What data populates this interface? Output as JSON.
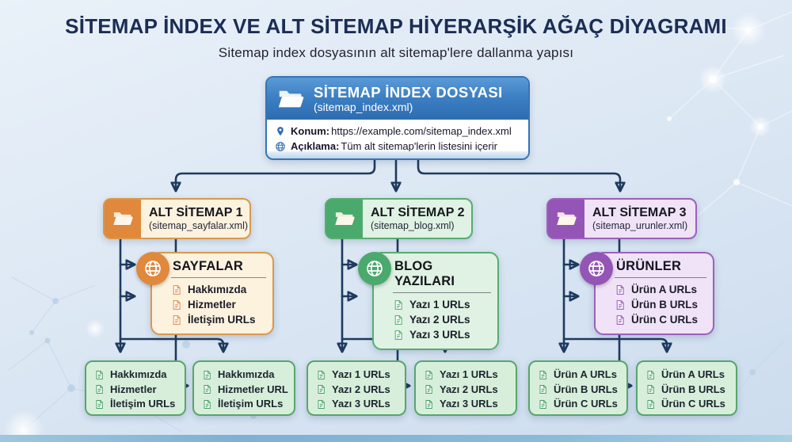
{
  "page": {
    "title": "SİTEMAP İNDEX VE ALT SİTEMAP HİYERARŞİK AĞAÇ DİYAGRAMI",
    "subtitle": "Sitemap index dosyasının alt sitemap'lere dallanma yapısı"
  },
  "root_box": {
    "title": "SİTEMAP İNDEX DOSYASI",
    "filename": "(sitemap_index.xml)",
    "location_label": "Konum:",
    "location_value": "https://example.com/sitemap_index.xml",
    "description_label": "Açıklama:",
    "description_value": "Tüm alt sitemap'lerin listesini içerir"
  },
  "branches": [
    {
      "title": "ALT SİTEMAP 1",
      "filename": "(sitemap_sayfalar.xml)",
      "category": {
        "title": "SAYFALAR",
        "items": [
          "Hakkımızda",
          "Hizmetler",
          "İletişim URLs"
        ]
      }
    },
    {
      "title": "ALT SİTEMAP 2",
      "filename": "(sitemap_blog.xml)",
      "category": {
        "title": "BLOG YAZILARI",
        "items": [
          "Yazı 1 URLs",
          "Yazı 2 URLs",
          "Yazı 3 URLs"
        ]
      }
    },
    {
      "title": "ALT SİTEMAP 3",
      "filename": "(sitemap_urunler.xml)",
      "category": {
        "title": "ÜRÜNLER",
        "items": [
          "Ürün A URLs",
          "Ürün B URLs",
          "Ürün C URLs"
        ]
      }
    }
  ],
  "leaf_boxes": [
    {
      "items": [
        "Hakkımızda",
        "Hizmetler",
        "İletişim URLs"
      ]
    },
    {
      "items": [
        "Hakkımızda",
        "Hizmetler URL",
        "İletişim URLs"
      ]
    },
    {
      "items": [
        "Yazı 1 URLs",
        "Yazı 2 URLs",
        "Yazı 3 URLs"
      ]
    },
    {
      "items": [
        "Yazı 1 URLs",
        "Yazı 2 URLs",
        "Yazı 3 URLs"
      ]
    },
    {
      "items": [
        "Ürün A URLs",
        "Ürün B URLs",
        "Ürün C URLs"
      ]
    },
    {
      "items": [
        "Ürün A URLs",
        "Ürün B URLs",
        "Ürün C URLs"
      ]
    }
  ],
  "icons": {
    "root_node": "folder-open-icon",
    "branch_nodes": "folder-open-icon",
    "location_row": "location-pin-icon",
    "description_row": "globe-icon",
    "category_badge": "globe-icon",
    "url_items": "document-icon"
  },
  "palette": {
    "bg_top": "#e9f1f9",
    "bg_bottom": "#ccdcee",
    "title": "#1b2d55",
    "connector": "#1e3a5e",
    "root": {
      "header": "#3d80c4",
      "header_dark": "#2e6cb0",
      "border": "#3674b5"
    },
    "b1": {
      "accent": "#e0883c",
      "bg": "#fcf2de",
      "border": "#d9984e"
    },
    "b2": {
      "accent": "#4aa96c",
      "bg": "#dff2e3",
      "border": "#58ac71"
    },
    "b3": {
      "accent": "#9455b6",
      "bg": "#f0e3f8",
      "border": "#9c60bc"
    },
    "leaf": {
      "bg": "#d7efda",
      "border": "#57a66b",
      "accent": "#3f9e5f"
    }
  }
}
